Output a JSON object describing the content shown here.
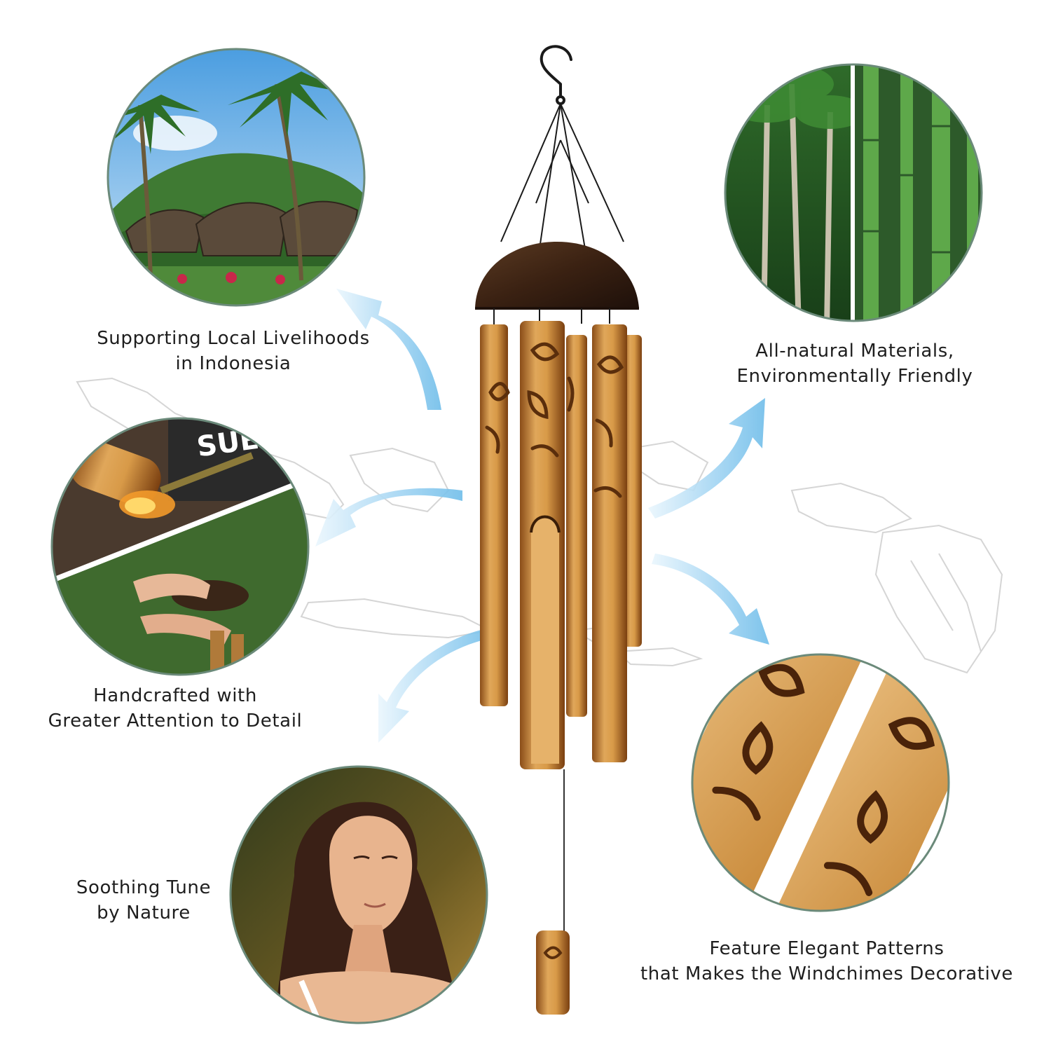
{
  "captions": {
    "livelihoods": [
      "Supporting Local Livelihoods",
      "in Indonesia"
    ],
    "materials": [
      "All-natural Materials,",
      "Environmentally Friendly"
    ],
    "handcrafted": [
      "Handcrafted with",
      "Greater Attention to Detail"
    ],
    "tune": [
      "Soothing Tune",
      "by Nature"
    ],
    "patterns": [
      "Feature Elegant Patterns",
      "that Makes the Windchimes Decorative"
    ]
  },
  "shirt_print": "SUE",
  "colors": {
    "arrow": "#7cc4ee",
    "circle_border": "#6b8a7a",
    "bamboo": "#c98a3a",
    "bamboo_burn": "#5a2e0c",
    "coconut": "#3b2214",
    "map_outline": "#d5d5d5",
    "caption_text": "#1e1e1e"
  }
}
